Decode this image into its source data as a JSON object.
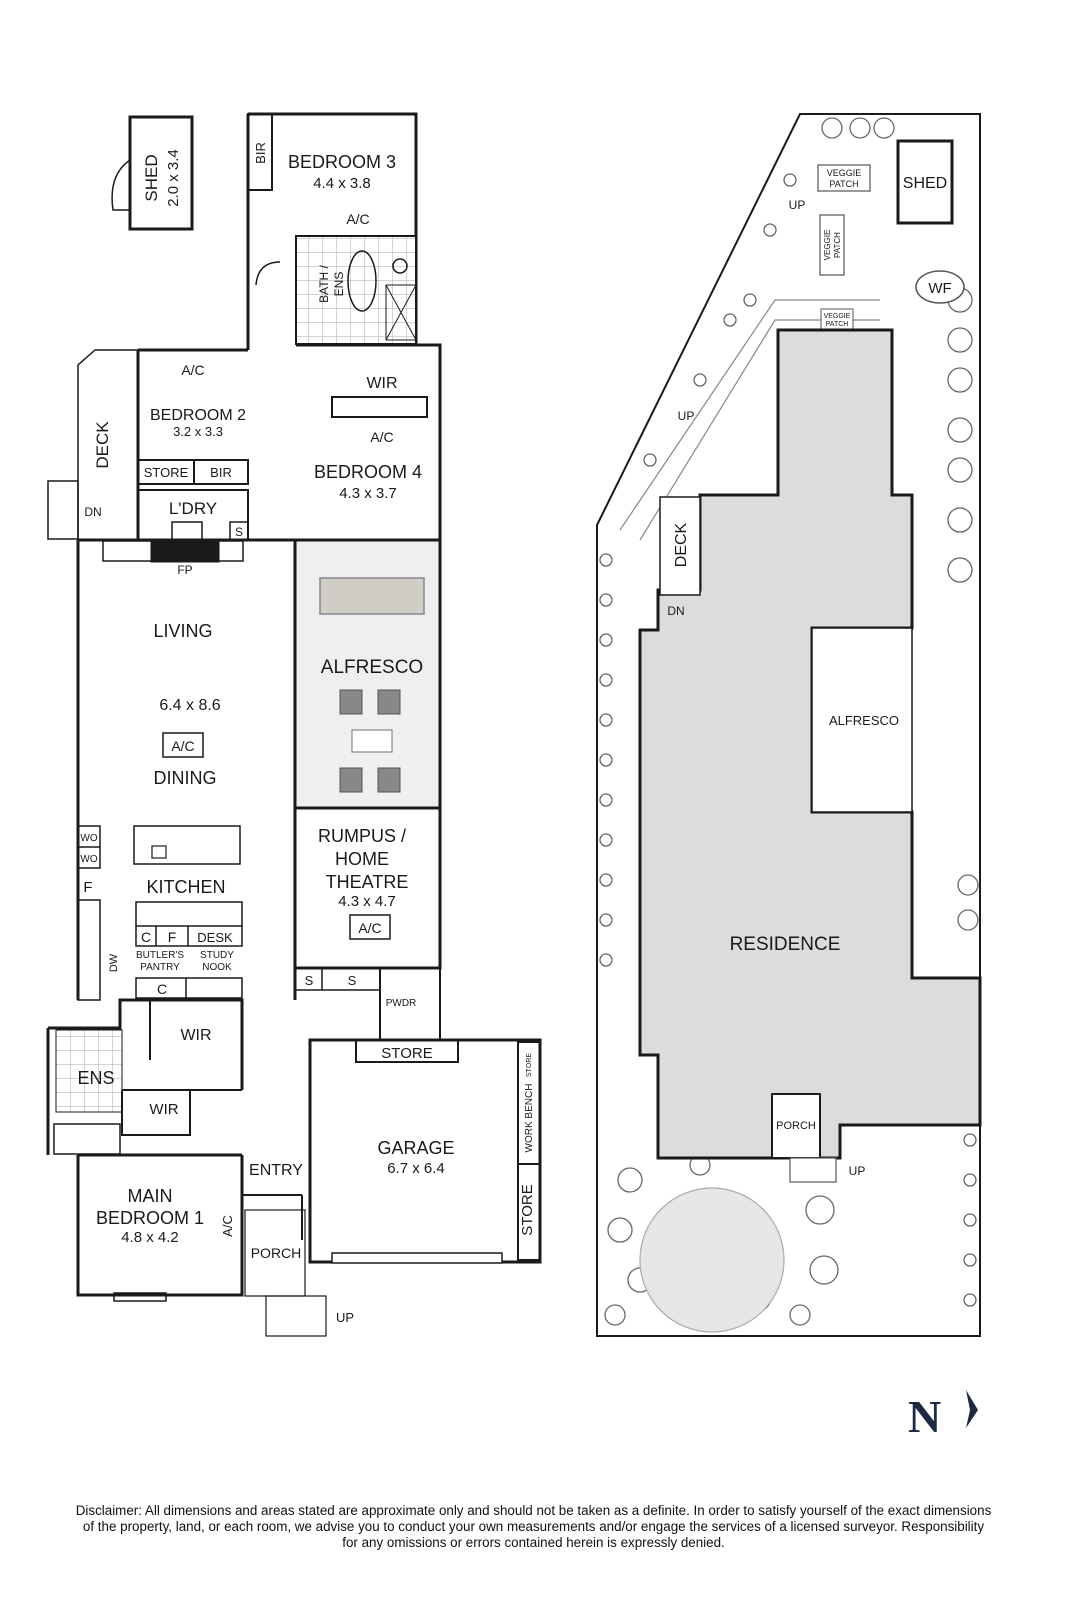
{
  "floor_plan": {
    "rooms": {
      "shed": {
        "name": "SHED",
        "size": "2.0 x 3.4"
      },
      "bir": "BIR",
      "bedroom3": {
        "name": "BEDROOM 3",
        "size": "4.4 x 3.8"
      },
      "ac_bed3": "A/C",
      "bath_ens": {
        "line1": "BATH /",
        "line2": "ENS"
      },
      "ac_bed2": "A/C",
      "wir_bed4": "WIR",
      "deck": "DECK",
      "bedroom2": {
        "name": "BEDROOM 2",
        "size": "3.2 x 3.3"
      },
      "ac_bed4": "A/C",
      "bedroom4": {
        "name": "BEDROOM 4",
        "size": "4.3 x 3.7"
      },
      "store_bed2": "STORE",
      "bir_bed2": "BIR",
      "dn_deck": "DN",
      "laundry": "L'DRY",
      "s_laundry": "S",
      "fp": "FP",
      "living": "LIVING",
      "living_size": "6.4 x 8.6",
      "ac_living": "A/C",
      "dining": "DINING",
      "alfresco": "ALFRESCO",
      "wo1": "WO",
      "wo2": "WO",
      "rumpus": {
        "line1": "RUMPUS /",
        "line2": "HOME",
        "line3": "THEATRE",
        "size": "4.3 x 4.7"
      },
      "ac_rumpus": "A/C",
      "f_fridge": "F",
      "kitchen": "KITCHEN",
      "c_pantry": "C",
      "f_pantry": "F",
      "desk": "DESK",
      "dw": "DW",
      "butlers": {
        "line1": "BUTLER'S",
        "line2": "PANTRY"
      },
      "study": {
        "line1": "STUDY",
        "line2": "NOOK"
      },
      "s1": "S",
      "s2": "S",
      "pwdr": "PWDR",
      "c_hall": "C",
      "wir_main": "WIR",
      "store_garage": "STORE",
      "ens": "ENS",
      "work_bench": "WORK BENCH",
      "store_small": "STORE",
      "wir_main2": "WIR",
      "garage": {
        "name": "GARAGE",
        "size": "6.7 x 6.4"
      },
      "entry": "ENTRY",
      "main_bedroom": {
        "line1": "MAIN",
        "line2": "BEDROOM 1",
        "size": "4.8 x 4.2"
      },
      "ac_main": "A/C",
      "store_garage2": "STORE",
      "porch": "PORCH",
      "up": "UP"
    }
  },
  "site_plan": {
    "veggie_patch_1": {
      "line1": "VEGGIE",
      "line2": "PATCH"
    },
    "shed": "SHED",
    "up_top": "UP",
    "veggie_patch_2": {
      "line1": "VEGGIE",
      "line2": "PATCH"
    },
    "wf": "WF",
    "veggie_patch_3": {
      "line1": "VEGGIE",
      "line2": "PATCH"
    },
    "up_side": "UP",
    "deck": "DECK",
    "dn": "DN",
    "alfresco": "ALFRESCO",
    "residence": "RESIDENCE",
    "porch": "PORCH",
    "up_front": "UP"
  },
  "compass": {
    "letter": "N"
  },
  "disclaimer": {
    "line1": "Disclaimer: All dimensions and areas stated are approximate only and should not be taken as a definite. In order to satisfy yourself of the exact dimensions",
    "line2": "of the property, land, or each room, we advise you to conduct your own measurements and/or engage the services of a licensed surveyor. Responsibility",
    "line3": "for any omissions or errors contained herein is expressly denied."
  },
  "colors": {
    "wall": "#1a1a1a",
    "alfresco_fill": "#efefef",
    "residence_fill": "#dcdcdc",
    "table_fill": "#d0cdc6",
    "tile": "#9a9a9a"
  }
}
